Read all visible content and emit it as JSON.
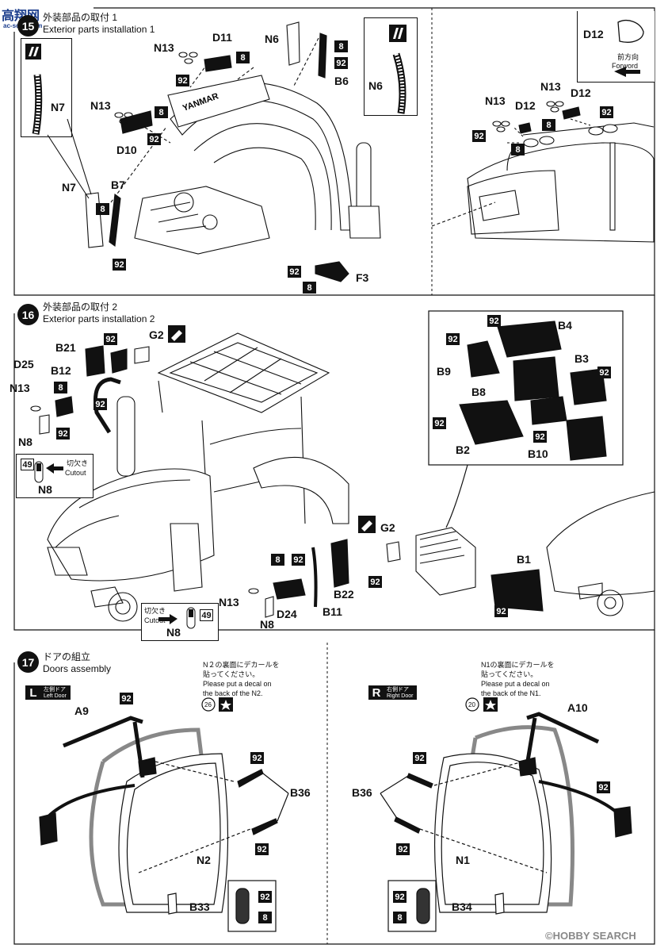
{
  "watermark_top": "高翔网",
  "watermark_top_url": "ac-sohu.com",
  "footer_watermark": "©HOBBY SEARCH",
  "step15": {
    "number": "15",
    "title_jp": "外装部品の取付 1",
    "title_en": "Exterior parts installation 1",
    "labels": {
      "N13a": "N13",
      "D11": "D11",
      "N6a": "N6",
      "B6": "B6",
      "N7a": "N7",
      "N13b": "N13",
      "D10": "D10",
      "N7b": "N7",
      "B7": "B7",
      "F3": "F3",
      "N6b": "N6",
      "D12a": "D12",
      "N13c": "N13",
      "N13d": "N13",
      "D12b": "D12",
      "D12c": "D12",
      "yanmar": "YANMAR"
    },
    "forward_jp": "前方向",
    "forward_en": "Forword"
  },
  "step16": {
    "number": "16",
    "title_jp": "外装部品の取付 2",
    "title_en": "Exterior parts installation 2",
    "labels": {
      "B21": "B21",
      "G2a": "G2",
      "D25": "D25",
      "B12": "B12",
      "N13a": "N13",
      "N8a": "N8",
      "N8b": "N8",
      "B4": "B4",
      "B9": "B9",
      "B3": "B3",
      "B8": "B8",
      "B2": "B2",
      "B10": "B10",
      "G2b": "G2",
      "B1": "B1",
      "B22": "B22",
      "N13b": "N13",
      "D24": "D24",
      "N8c": "N8",
      "B11": "B11",
      "N8d": "N8"
    },
    "cutout_jp": "切欠き",
    "cutout_en": "Cutout",
    "part49": "49"
  },
  "step17": {
    "number": "17",
    "title_jp": "ドアの組立",
    "title_en": "Doors assembly",
    "left_tag_letter": "L",
    "left_tag_jp": "左側ドア",
    "left_tag_en": "Left Door",
    "right_tag_letter": "R",
    "right_tag_jp": "右側ドア",
    "right_tag_en": "Right Door",
    "left_note_jp1": "N２の裏面にデカールを",
    "left_note_jp2": "貼ってください。",
    "left_note_en1": "Please put a decal on",
    "left_note_en2": "the back of the N2.",
    "right_note_jp1": "N1の裏面にデカールを",
    "right_note_jp2": "貼ってください。",
    "right_note_en1": "Please put a decal on",
    "right_note_en2": "the back of the N1.",
    "decal_left": "26",
    "decal_right": "20",
    "labels": {
      "A9": "A9",
      "B36a": "B36",
      "N2": "N2",
      "B33": "B33",
      "A10": "A10",
      "B36b": "B36",
      "N1": "N1",
      "B34": "B34"
    }
  },
  "paint_codes": {
    "c8": "8",
    "c92": "92"
  },
  "colors": {
    "ink": "#111111",
    "watermark_blue": "#1a3c8c"
  }
}
